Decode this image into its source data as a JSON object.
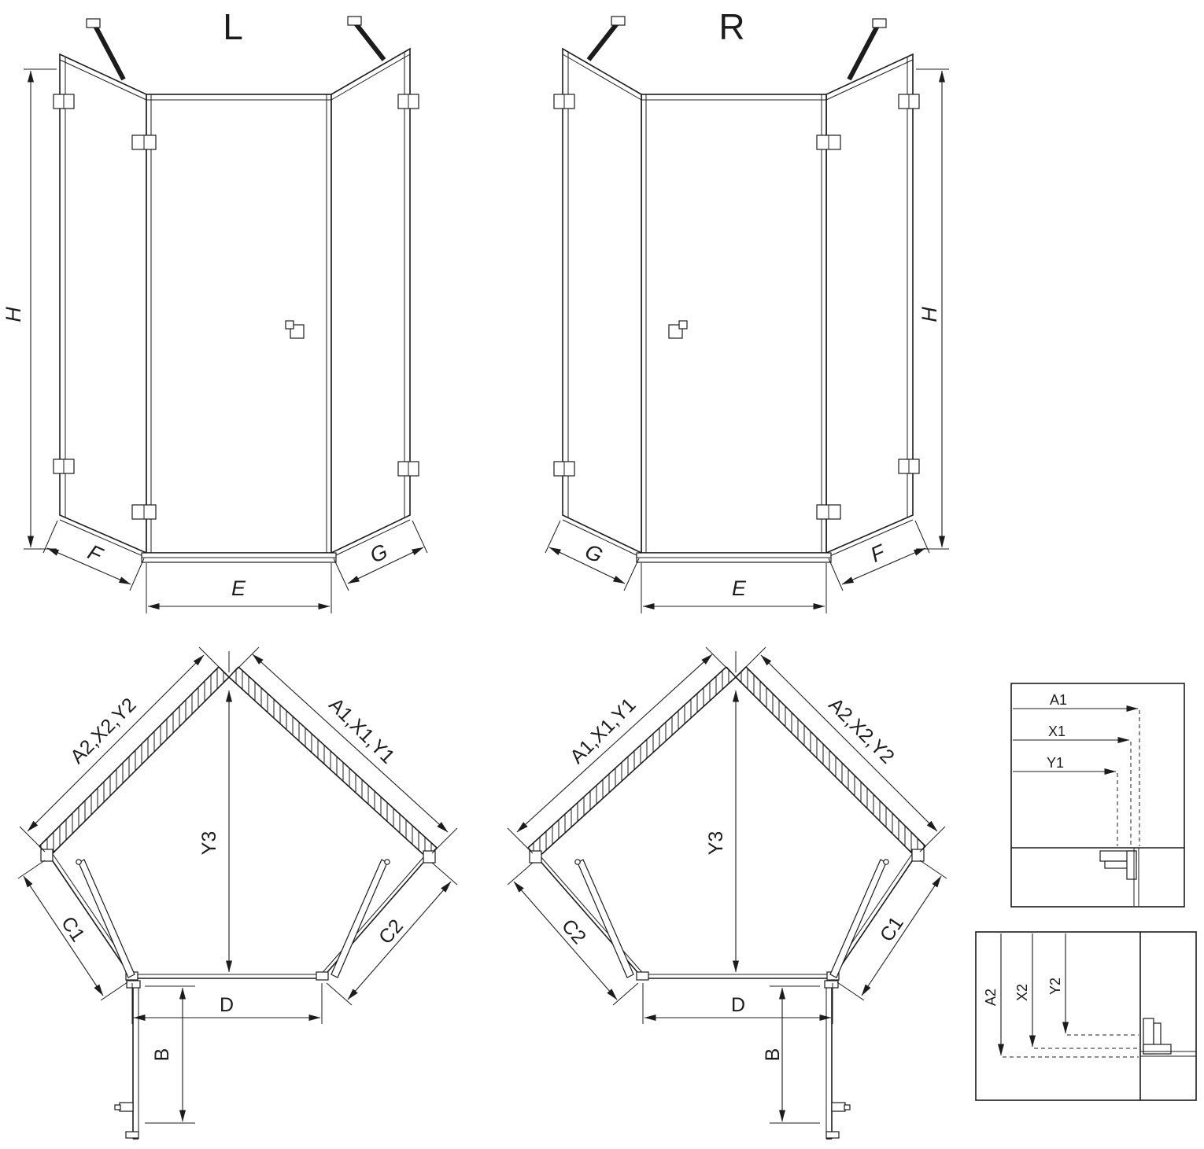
{
  "drawing": {
    "colors": {
      "line": "#1c1c1c",
      "background": "#ffffff"
    },
    "elevation_left": {
      "title": "L",
      "height": "H",
      "side_panel_left": "F",
      "door_width": "E",
      "side_panel_right": "G"
    },
    "elevation_right": {
      "title": "R",
      "height": "H",
      "side_panel_left": "G",
      "door_width": "E",
      "side_panel_right": "F"
    },
    "plan_left": {
      "wall_upper_left": "A2,X2,Y2",
      "wall_upper_right": "A1,X1,Y1",
      "depth": "Y3",
      "glass_lower_left": "C1",
      "glass_lower_right": "C2",
      "door_width": "D",
      "door_open": "B"
    },
    "plan_right": {
      "wall_upper_left": "A1,X1,Y1",
      "wall_upper_right": "A2,X2,Y2",
      "depth": "Y3",
      "glass_lower_left": "C2",
      "glass_lower_right": "C1",
      "door_width": "D",
      "door_open": "B"
    },
    "detail_horizontal": {
      "labels": [
        "A1",
        "X1",
        "Y1"
      ]
    },
    "detail_vertical": {
      "labels": [
        "A2",
        "X2",
        "Y2"
      ]
    }
  }
}
